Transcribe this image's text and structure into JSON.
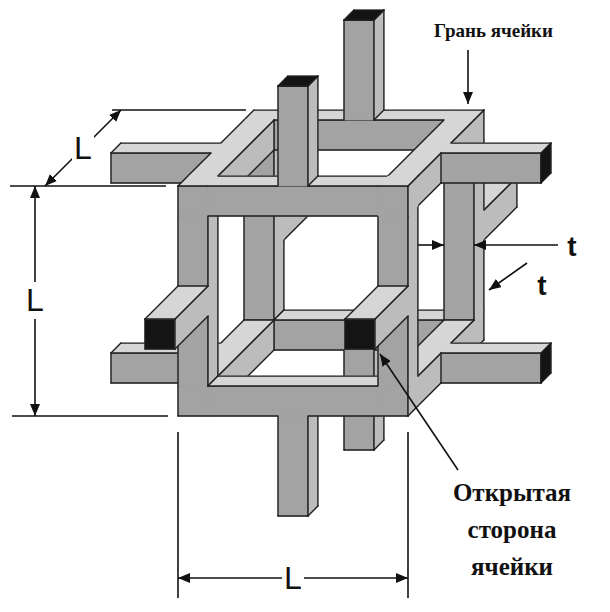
{
  "diagram": {
    "labels": [
      "Грань ячейки",
      "L",
      "t",
      "t",
      "L",
      "Открытая сторона ячейки",
      "L"
    ]
  }
}
